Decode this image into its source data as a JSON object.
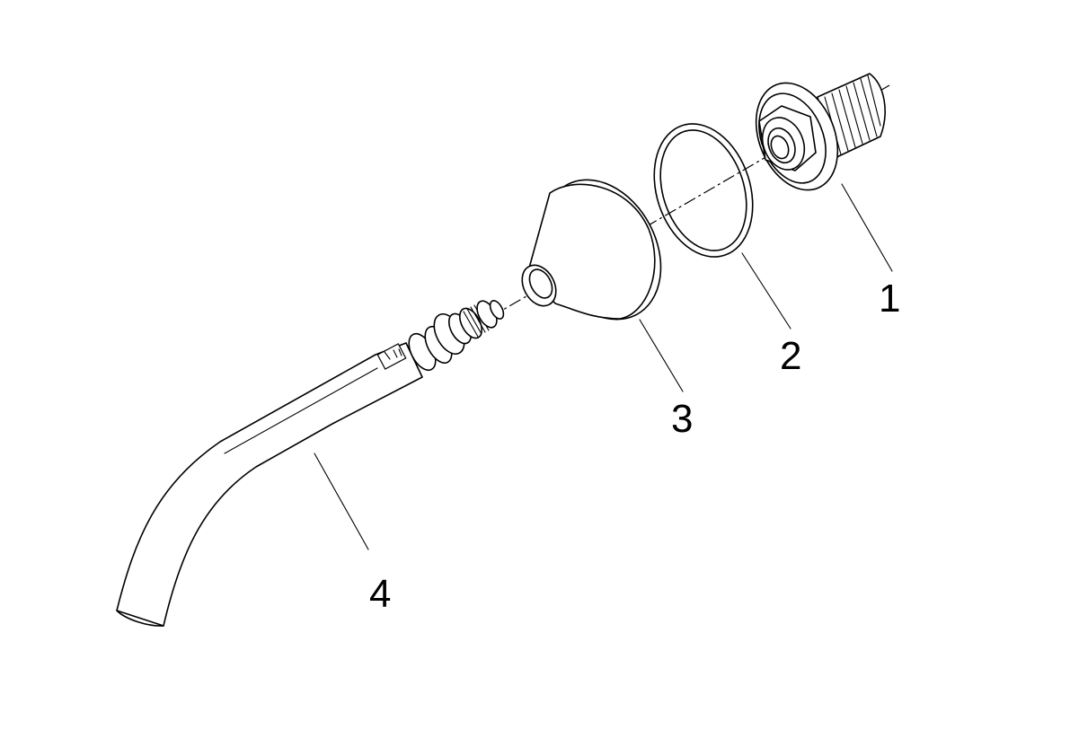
{
  "parts": [
    {
      "label": "1"
    },
    {
      "label": "2"
    },
    {
      "label": "3"
    },
    {
      "label": "4"
    }
  ],
  "colors": {
    "line": "#000000",
    "background": "#ffffff"
  }
}
